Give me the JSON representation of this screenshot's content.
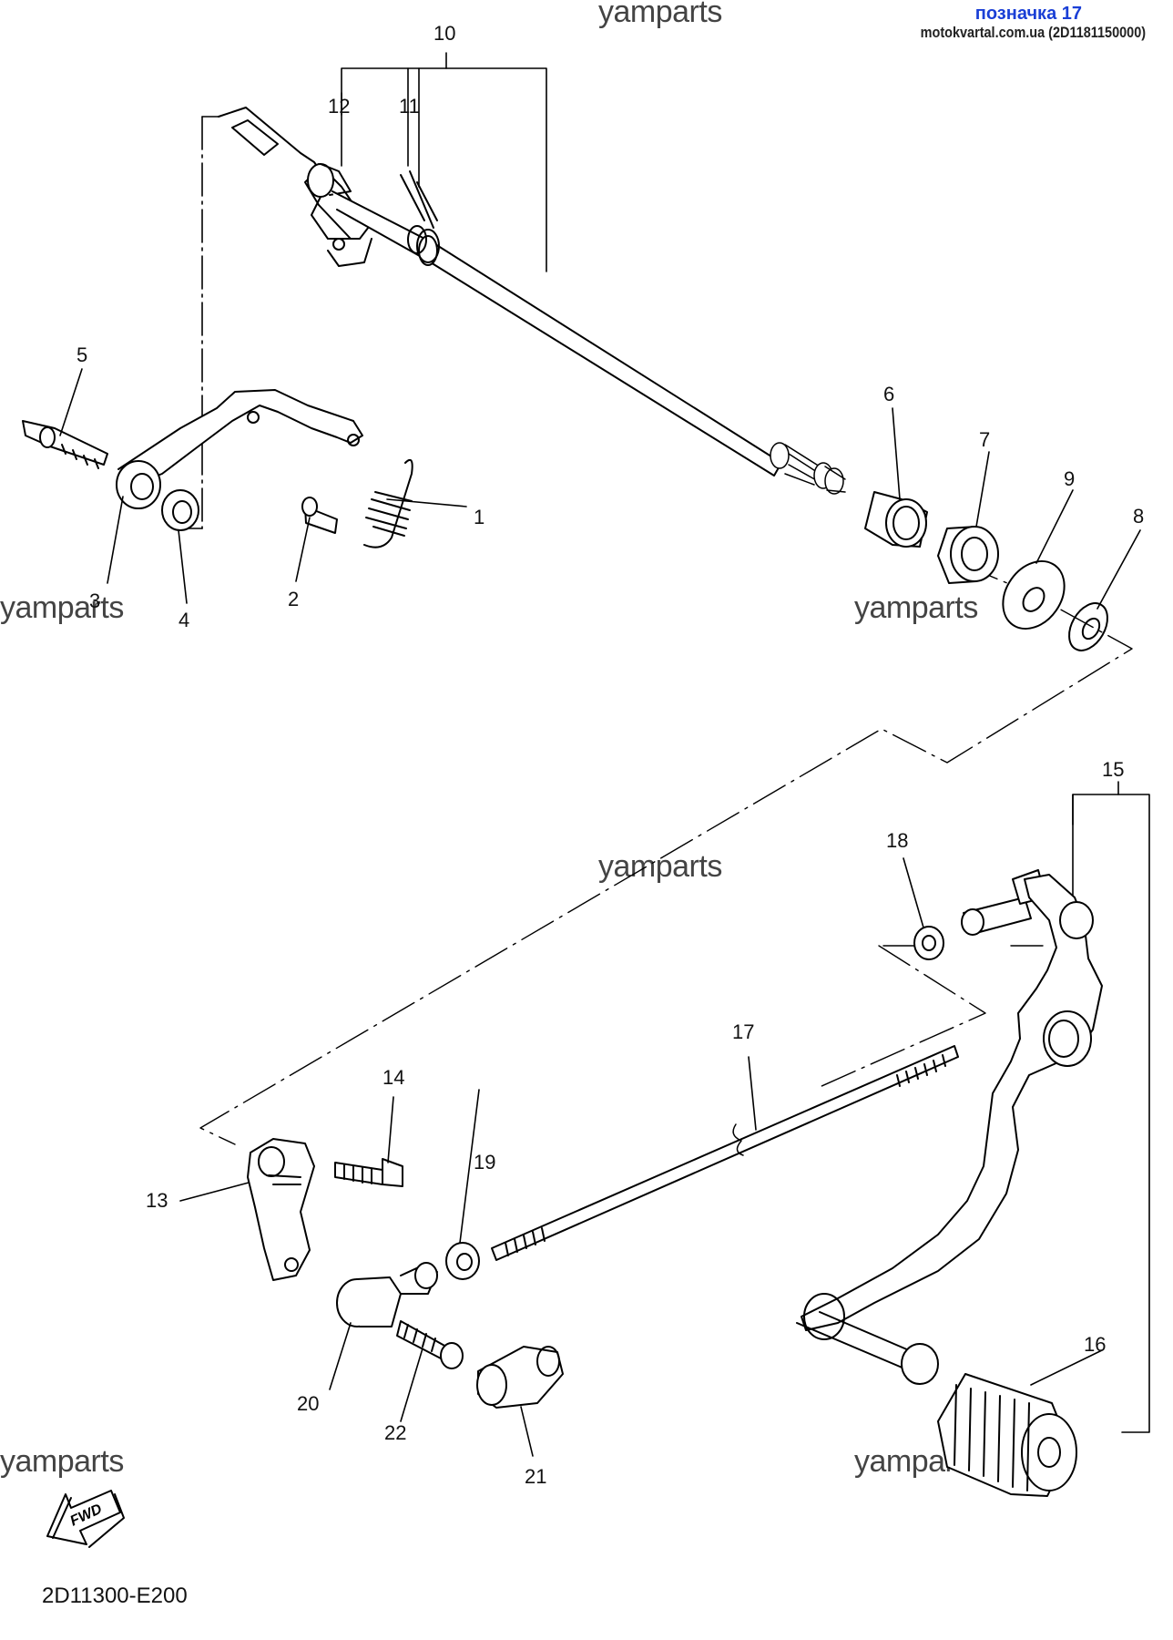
{
  "header": {
    "title": "позначка 17",
    "source": "motokvartal.com.ua (2D1181150000)"
  },
  "watermark": "yamparts",
  "diagram_code": "2D11300-E200",
  "fwd_label": "FWD",
  "callouts": [
    "1",
    "2",
    "3",
    "4",
    "5",
    "6",
    "7",
    "8",
    "9",
    "10",
    "11",
    "12",
    "13",
    "14",
    "15",
    "16",
    "17",
    "18",
    "19",
    "20",
    "21",
    "22"
  ],
  "colors": {
    "title": "#1a3fd6",
    "lines": "#000000"
  }
}
